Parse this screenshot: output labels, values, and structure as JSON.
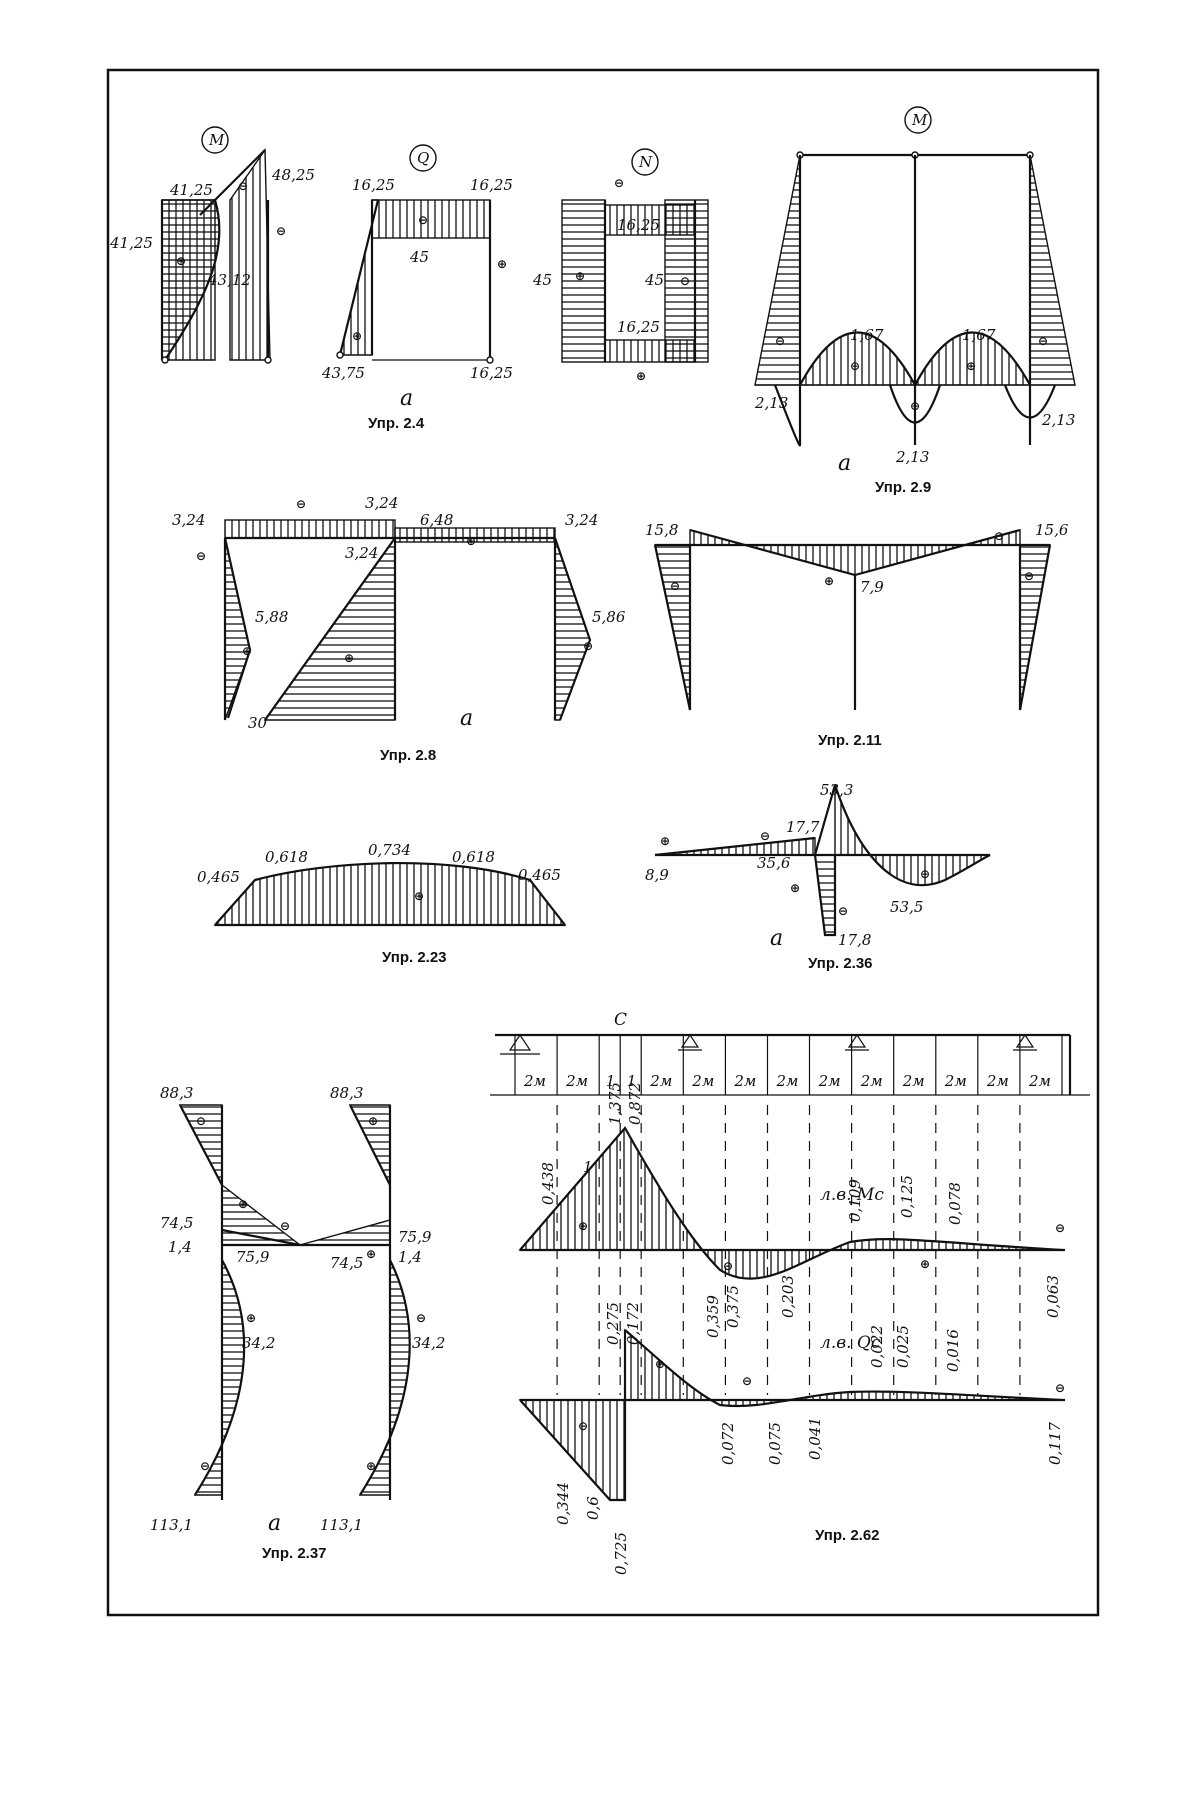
{
  "sheet": {
    "fig_2_4": {
      "caption": "Упр. 2.4",
      "letter": "a",
      "moment": {
        "tag": "M",
        "values": [
          "41,25",
          "48,25",
          "41,25",
          "43,12"
        ],
        "signs": [
          "⊖",
          "⊖",
          "⊕"
        ]
      },
      "shear": {
        "tag": "Q",
        "values": [
          "16,25",
          "16,25",
          "45",
          "43,75",
          "16,25"
        ],
        "signs": [
          "⊖",
          "⊕",
          "⊕"
        ]
      },
      "normal": {
        "tag": "N",
        "values": [
          "16,25",
          "45",
          "45",
          "16,25"
        ],
        "signs": [
          "⊖",
          "⊕",
          "⊖",
          "⊕"
        ]
      }
    },
    "fig_2_9": {
      "caption": "Упр. 2.9",
      "letter": "a",
      "tag": "M",
      "values": [
        "1,67",
        "1,67",
        "2,13",
        "2,13",
        "2,13"
      ],
      "signs": [
        "⊖",
        "⊕",
        "⊕",
        "⊖",
        "⊖"
      ]
    },
    "fig_2_8": {
      "caption": "Упр. 2.8",
      "letter": "a",
      "values": [
        "3,24",
        "3,24",
        "6,48",
        "3,24",
        "3,24",
        "5,88",
        "5,86",
        "30"
      ],
      "signs": [
        "⊖",
        "⊖",
        "⊕",
        "⊕",
        "⊕",
        "⊖"
      ]
    },
    "fig_2_11": {
      "caption": "Упр. 2.11",
      "values": [
        "15,8",
        "15,6",
        "7,9"
      ],
      "signs": [
        "⊖",
        "⊕",
        "⊖",
        "⊖"
      ]
    },
    "fig_2_23": {
      "caption": "Упр. 2.23",
      "values": [
        "0,465",
        "0,618",
        "0,734",
        "0,618",
        "0,465"
      ],
      "signs": [
        "⊕"
      ]
    },
    "fig_2_36": {
      "caption": "Упр. 2.36",
      "letter": "a",
      "values": [
        "53,3",
        "17,7",
        "8,9",
        "35,6",
        "53,5",
        "17,8"
      ],
      "signs": [
        "⊕",
        "⊖",
        "⊕",
        "⊕",
        "⊖"
      ]
    },
    "fig_2_37": {
      "caption": "Упр. 2.37",
      "letter": "a",
      "values": [
        "88,3",
        "88,3",
        "74,5",
        "1,4",
        "75,9",
        "75,9",
        "74,5",
        "1,4",
        "34,2",
        "34,2",
        "113,1",
        "113,1"
      ],
      "signs": [
        "⊖",
        "⊕",
        "⊕",
        "⊖",
        "⊕",
        "⊕",
        "⊖",
        "⊖",
        "⊕"
      ]
    },
    "fig_2_62": {
      "caption": "Упр. 2.62",
      "point_label": "C",
      "spans": [
        "2м",
        "2м",
        "1",
        "1",
        "2м",
        "2м",
        "2м",
        "2м",
        "2м",
        "2м",
        "2м",
        "2м",
        "2м",
        "2м"
      ],
      "line_mc": "л.в. Mc",
      "line_qc": "л.в. Qc",
      "mc_values": [
        "0,438",
        "1",
        "1,375",
        "0,872",
        "0,359",
        "0,375",
        "0,203",
        "0,109",
        "0,125",
        "0,078",
        "0,063"
      ],
      "qc_values": [
        "0,275",
        "0,172",
        "0,022",
        "0,025",
        "0,016",
        "0,072",
        "0,075",
        "0,041",
        "0,117",
        "0,344",
        "0,6",
        "0,725"
      ],
      "signs": [
        "⊕",
        "⊖",
        "⊕",
        "⊖",
        "⊖",
        "⊕",
        "⊖",
        "⊖"
      ]
    }
  }
}
